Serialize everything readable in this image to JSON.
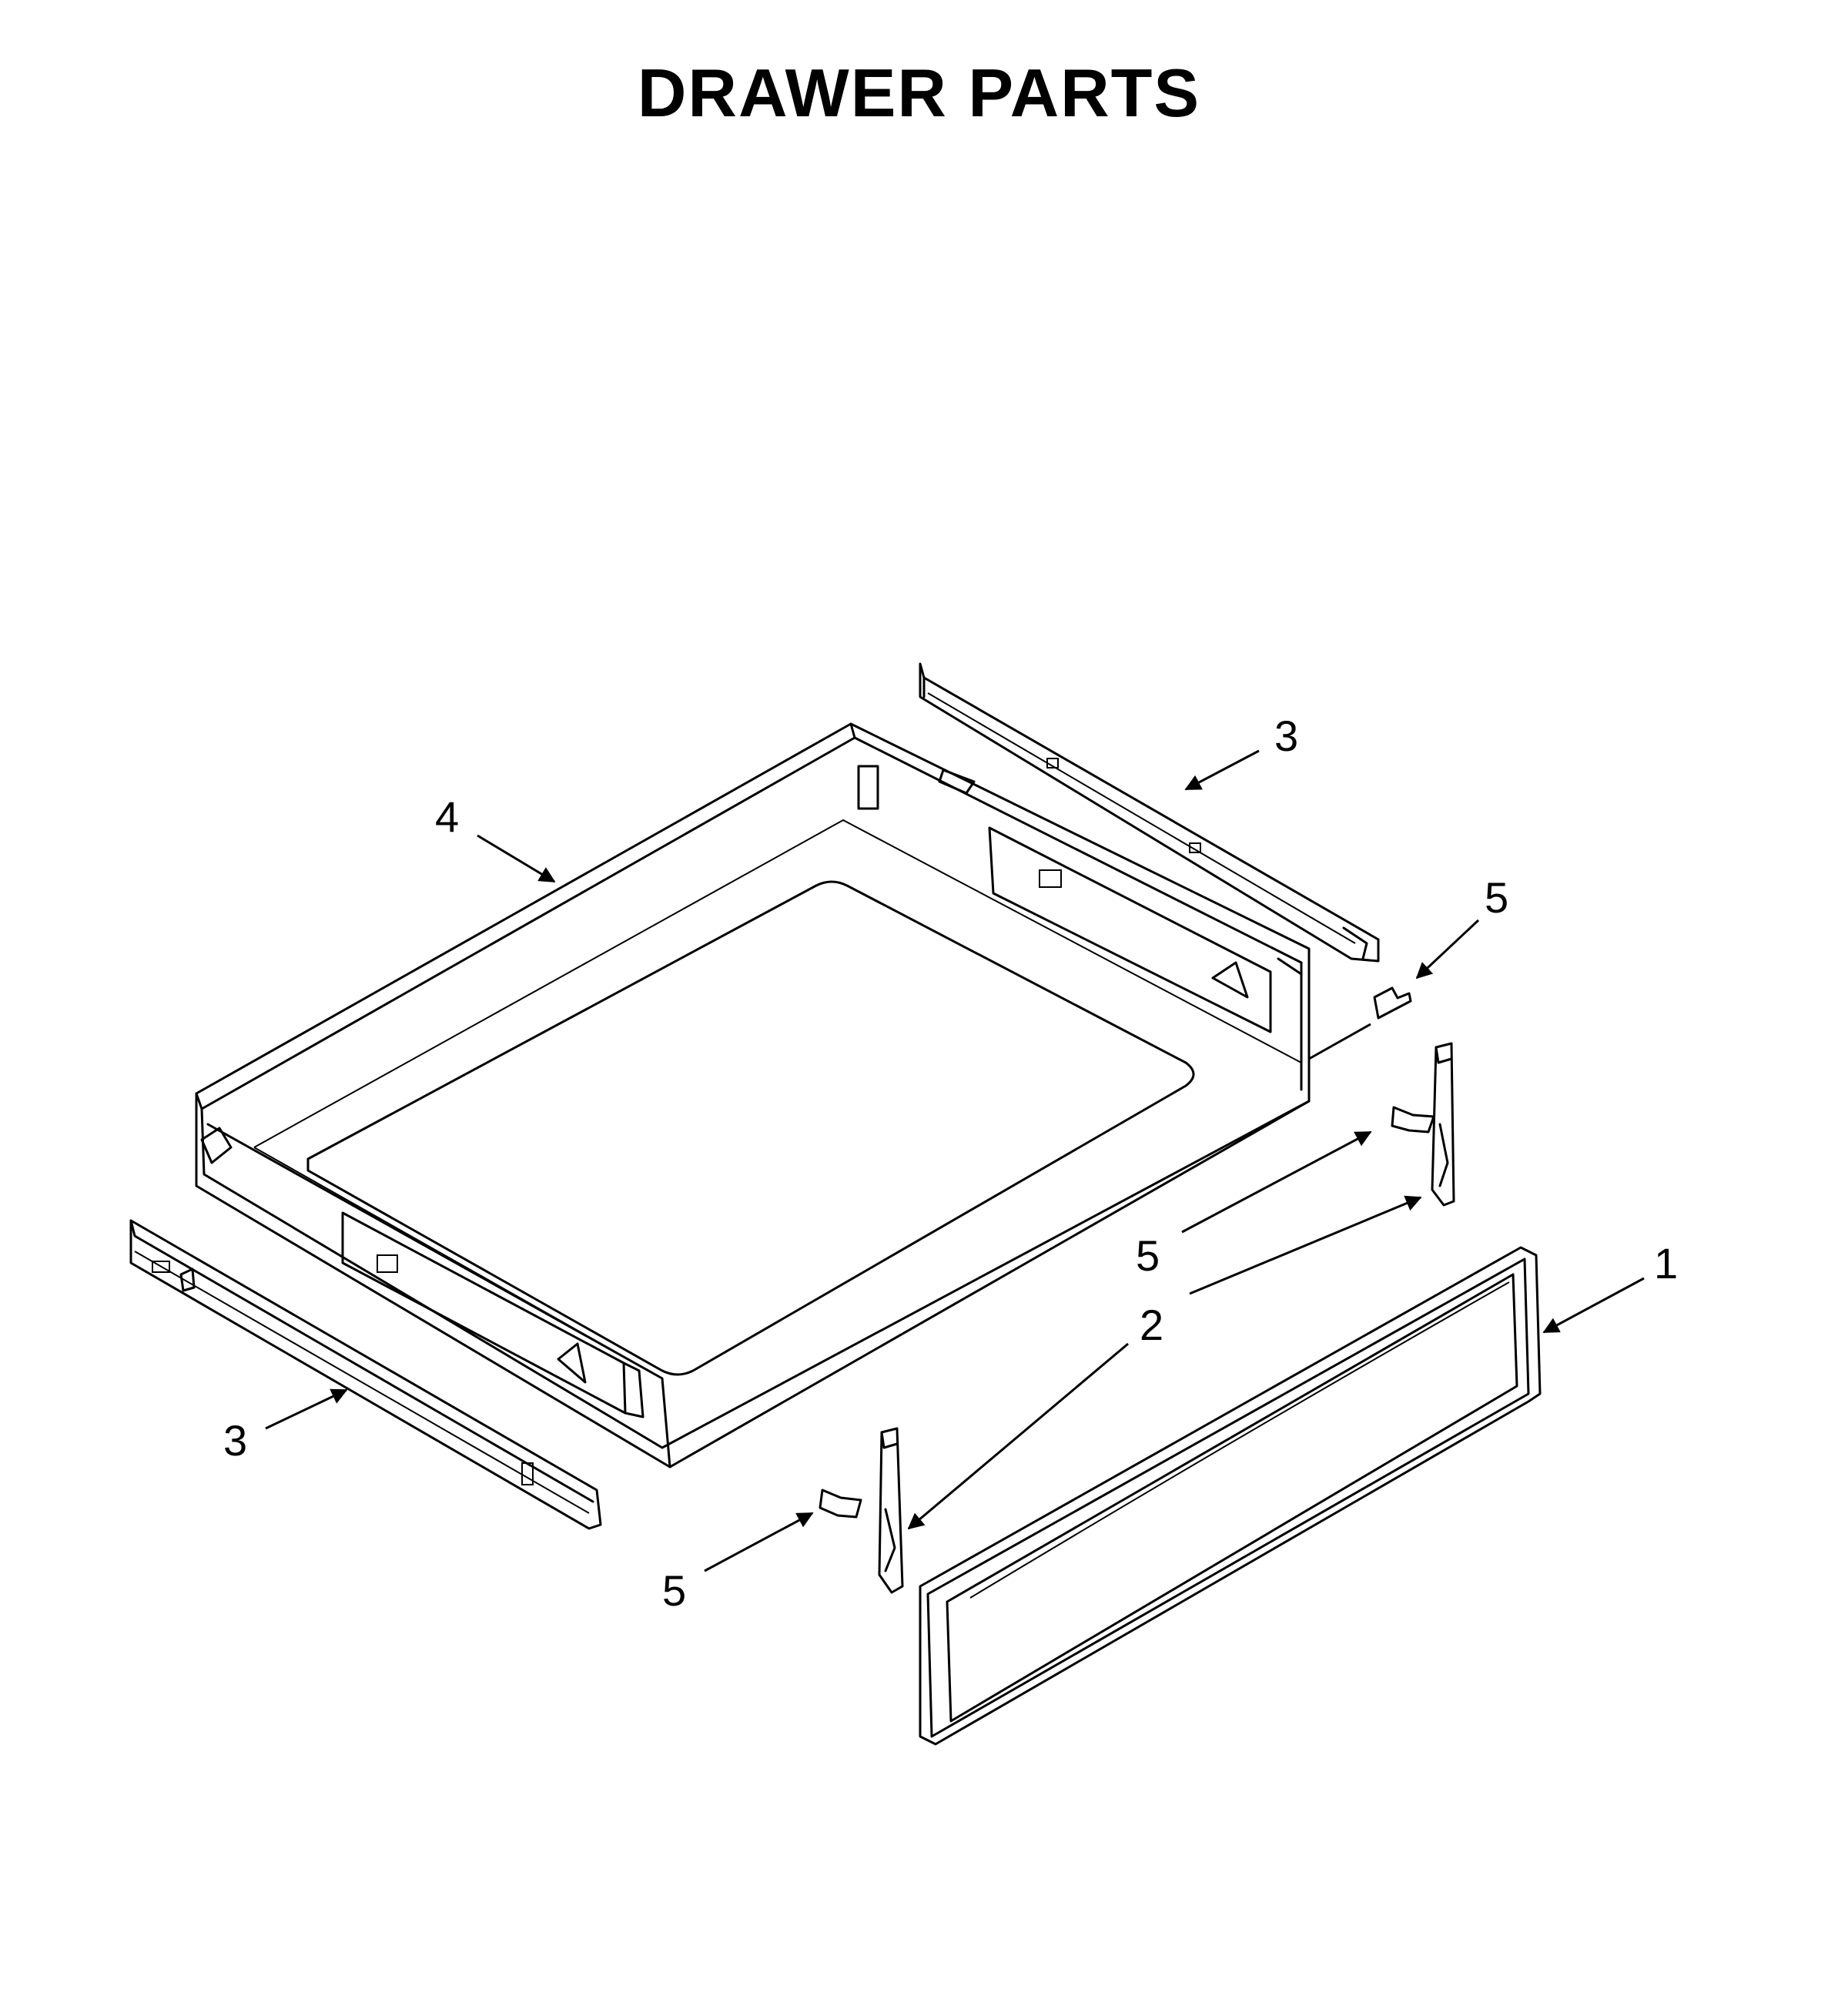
{
  "title": "DRAWER PARTS",
  "callouts": {
    "c1": "1",
    "c2": "2",
    "c3_top": "3",
    "c3_bottom": "3",
    "c4": "4",
    "c5_top": "5",
    "c5_mid": "5",
    "c5_bottom": "5"
  }
}
